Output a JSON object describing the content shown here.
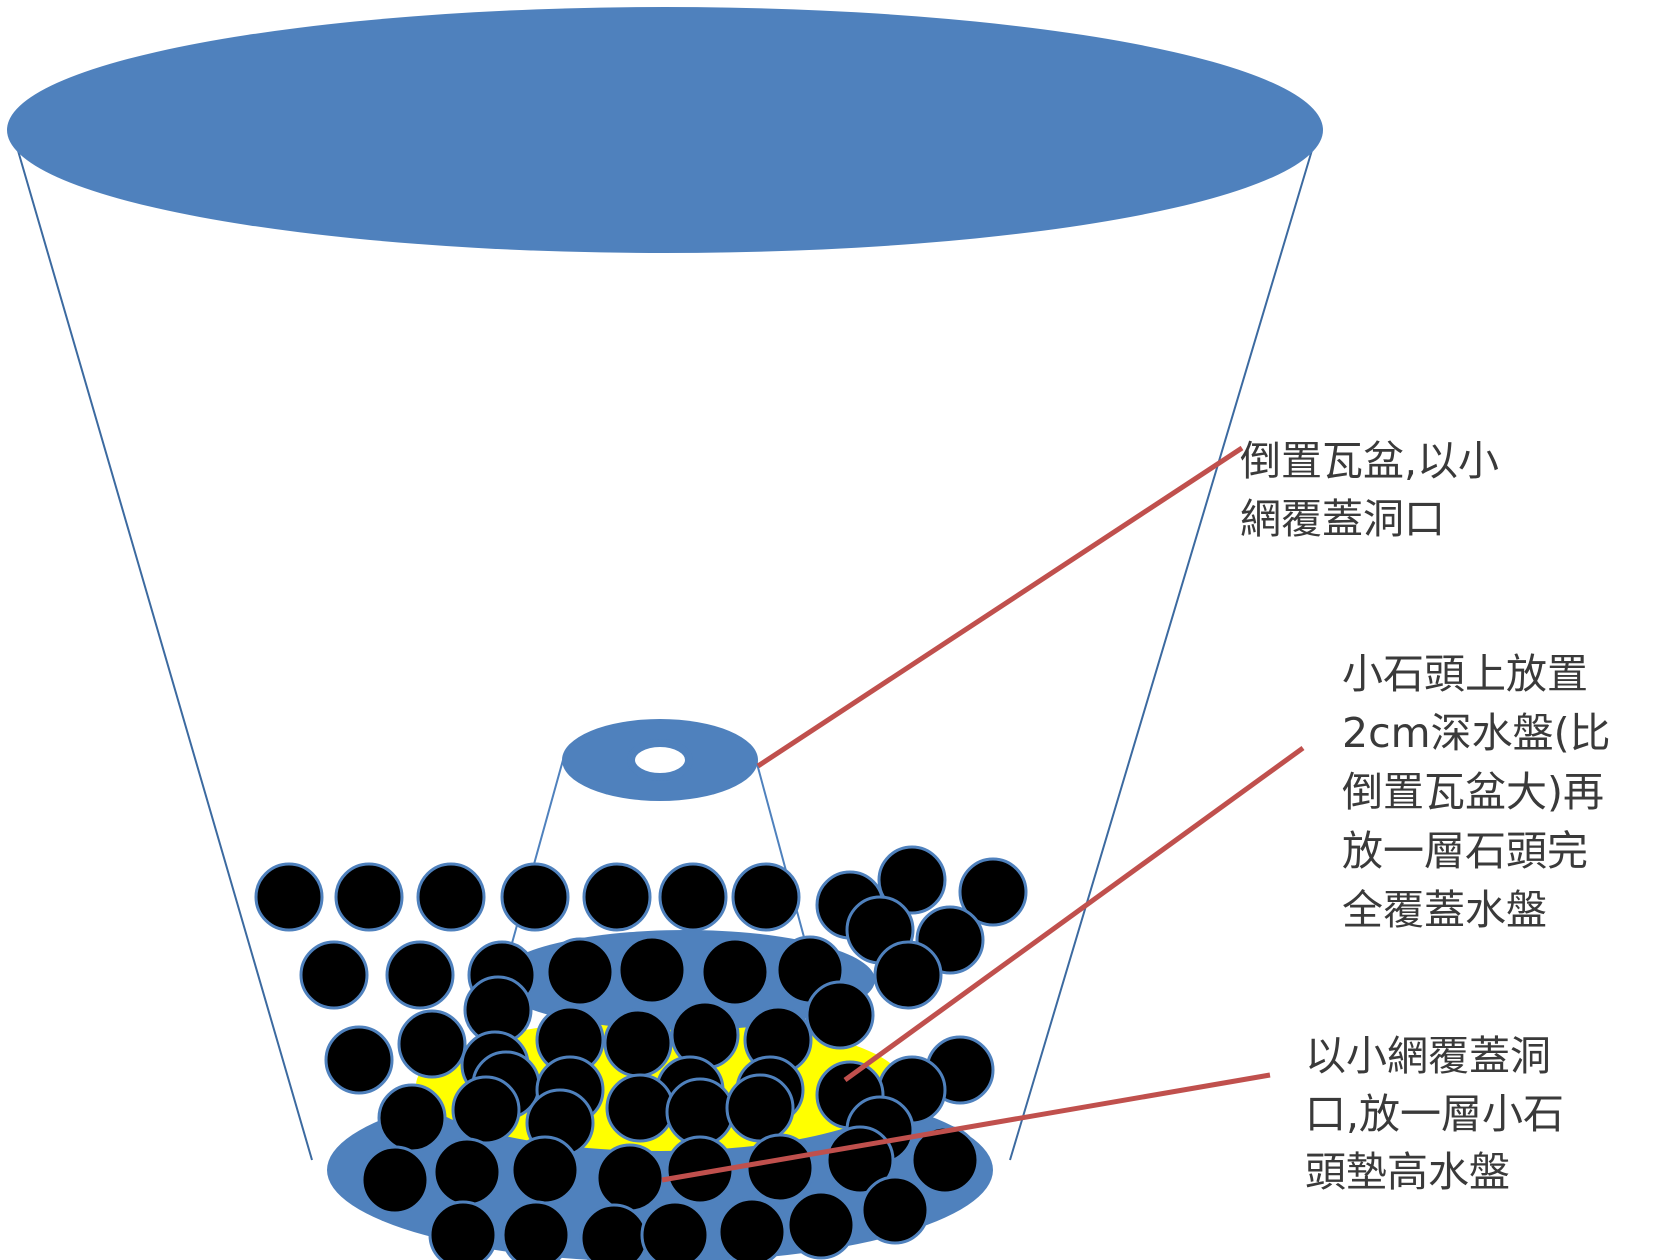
{
  "colors": {
    "pot_blue": "#4f81bd",
    "pot_outline": "#3c6aa0",
    "dish_yellow": "#ffff00",
    "stone": "#000000",
    "leader_line": "#c0504d",
    "text": "#3a3a3a"
  },
  "labels": {
    "inverted_pot": [
      "倒置瓦盆,以小",
      "網覆蓋洞口"
    ],
    "water_dish": [
      "小石頭上放置",
      "2cm深水盤(比",
      "倒置瓦盆大)再",
      "放一層石頭完",
      "全覆蓋水盤"
    ],
    "bottom_layer": [
      "以小網覆蓋洞",
      "口,放一層小石",
      "頭墊高水盤"
    ]
  }
}
